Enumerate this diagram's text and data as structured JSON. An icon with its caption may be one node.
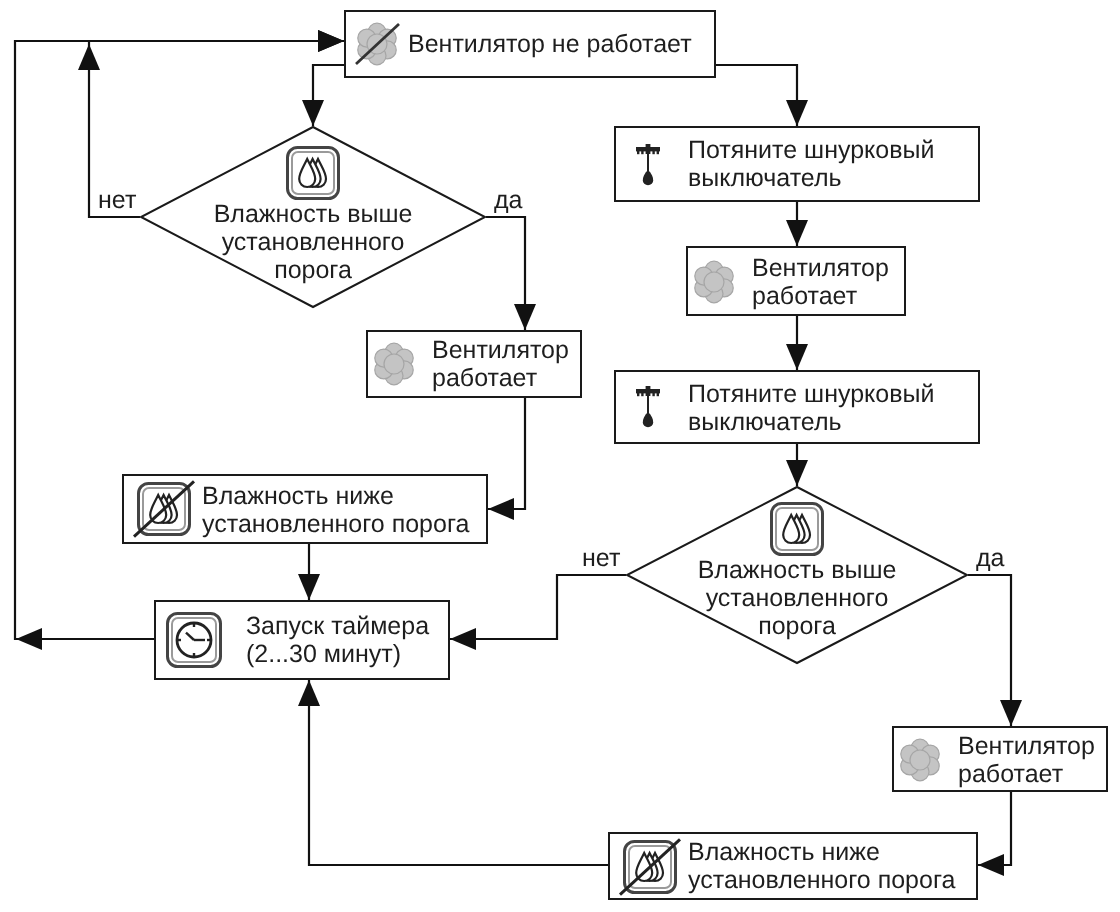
{
  "diagram": {
    "nodes": [
      {
        "text": [
          "Вентилятор не работает"
        ]
      },
      {
        "text": [
          "Влажность выше установленного порога"
        ]
      },
      {
        "text": [
          "Вентилятор работает"
        ]
      },
      {
        "text": [
          "Влажность ниже установленного порога"
        ]
      },
      {
        "text": [
          "Запуск таймера (2...30 минут)"
        ]
      },
      {
        "text": [
          "Потяните шнурковый выключатель"
        ]
      },
      {
        "text": [
          "Вентилятор работает"
        ]
      },
      {
        "text": [
          "Потяните шнурковый выключатель"
        ]
      },
      {
        "text": [
          "Влажность выше установленного порога"
        ]
      },
      {
        "text": [
          "Вентилятор работает"
        ]
      },
      {
        "text": [
          "Влажность ниже установленного порога"
        ]
      }
    ],
    "edges": [
      {
        "from": 0,
        "to": 1,
        "arrow": "to"
      },
      {
        "from": 1,
        "to": 0,
        "arrow": "to",
        "label": "нет"
      },
      {
        "from": 1,
        "to": 2,
        "arrow": "to",
        "label": "да"
      },
      {
        "from": 2,
        "to": 3,
        "arrow": "to"
      },
      {
        "from": 3,
        "to": 4,
        "arrow": "to"
      },
      {
        "from": 4,
        "to": 0,
        "arrow": "to"
      },
      {
        "from": 0,
        "to": 5,
        "arrow": "to"
      },
      {
        "from": 5,
        "to": 6,
        "arrow": "to"
      },
      {
        "from": 6,
        "to": 7,
        "arrow": "to"
      },
      {
        "from": 7,
        "to": 8,
        "arrow": "to"
      },
      {
        "from": 8,
        "to": 4,
        "arrow": "to",
        "label": "нет"
      },
      {
        "from": 8,
        "to": 9,
        "arrow": "to",
        "label": "да"
      },
      {
        "from": 9,
        "to": 10,
        "arrow": "to"
      },
      {
        "from": 10,
        "to": 4,
        "arrow": "to"
      }
    ]
  }
}
